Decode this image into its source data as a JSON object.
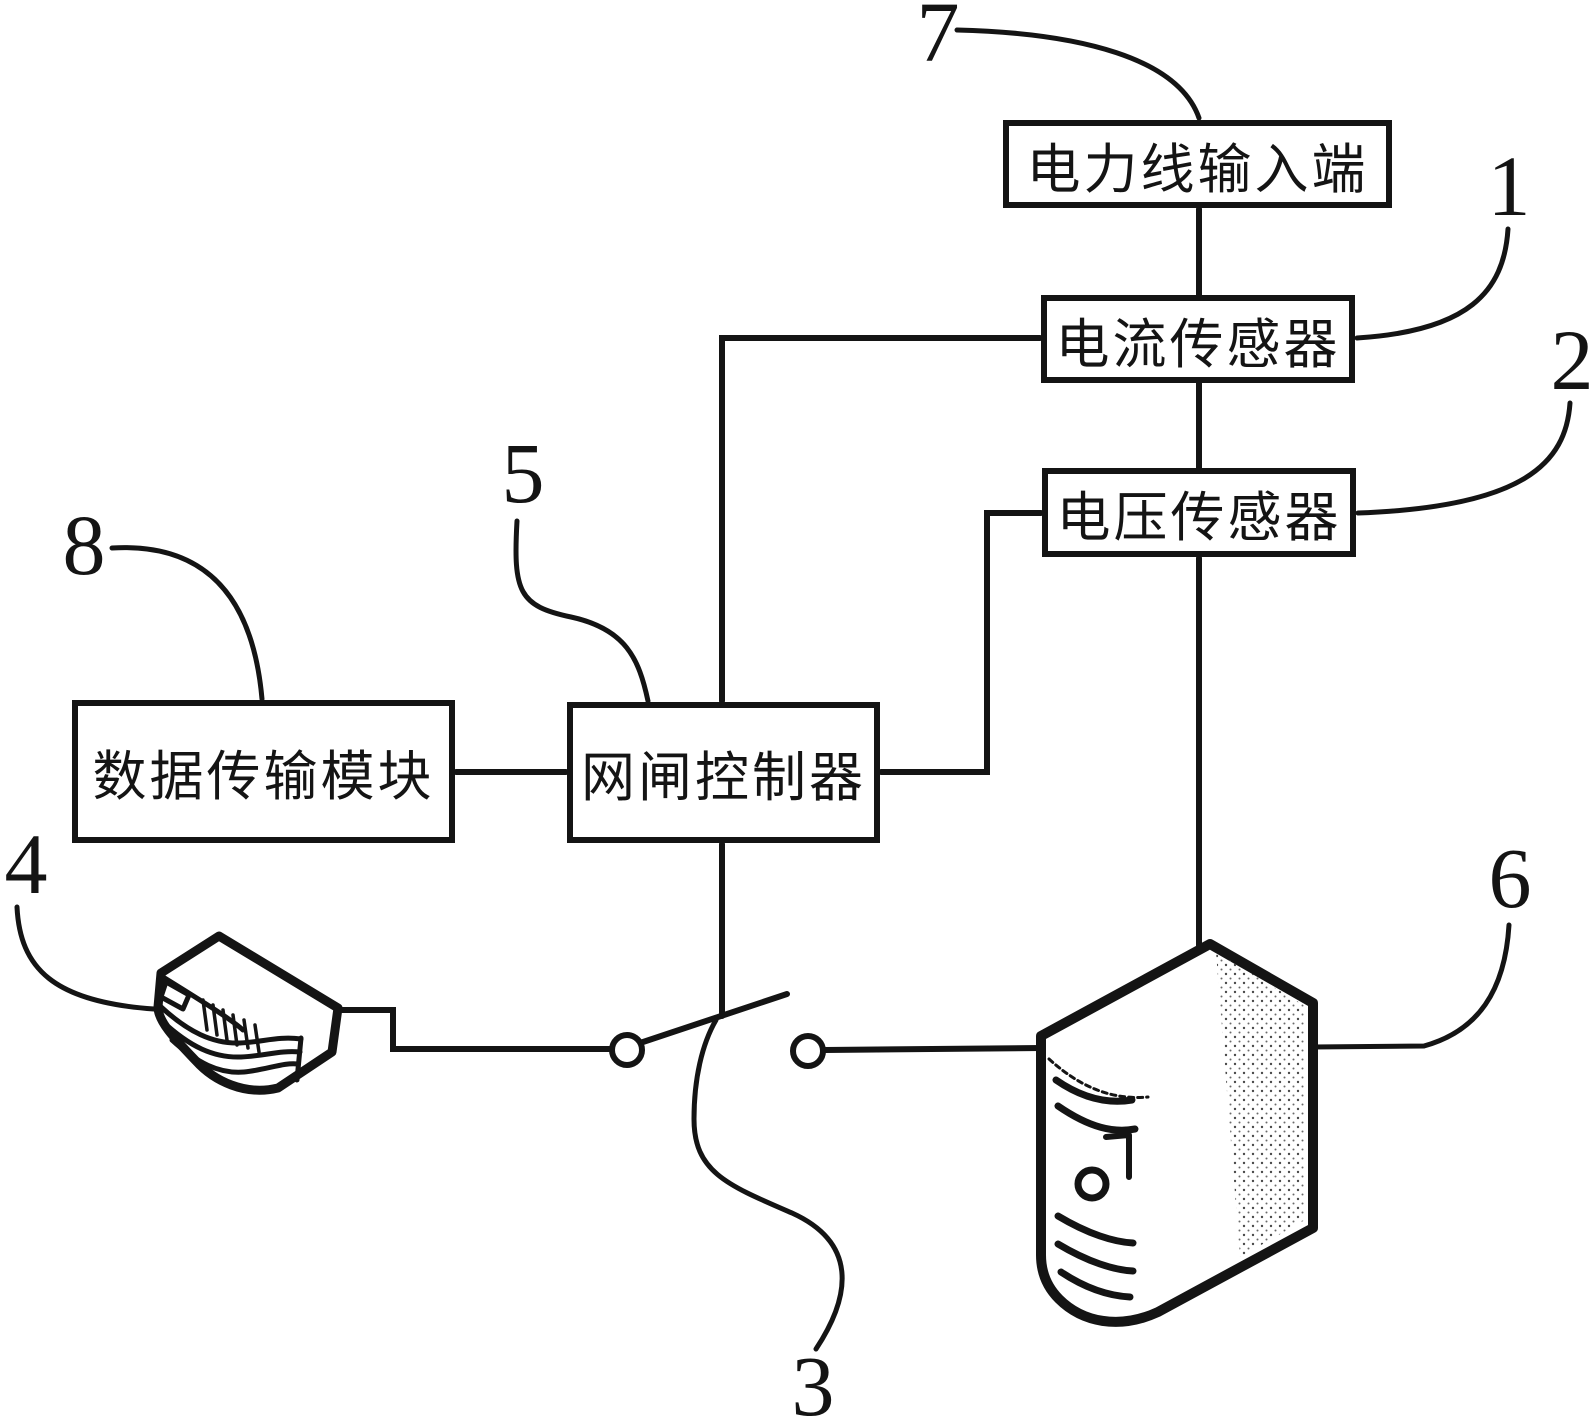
{
  "figure": {
    "type": "patent-block-diagram",
    "background_color": "#ffffff",
    "line_color": "#141414",
    "boxes": {
      "power_line_input": {
        "label": "电力线输入端",
        "ref": "7"
      },
      "current_sensor": {
        "label": "电流传感器",
        "ref": "1"
      },
      "voltage_sensor": {
        "label": "电压传感器",
        "ref": "2"
      },
      "data_transmission_module": {
        "label": "数据传输模块",
        "ref": "8"
      },
      "gateway_controller": {
        "label": "网闸控制器",
        "ref": "5"
      }
    },
    "refs": {
      "r1": "1",
      "r2": "2",
      "r3": "3",
      "r4": "4",
      "r5": "5",
      "r6": "6",
      "r7": "7",
      "r8": "8"
    },
    "icons": {
      "modem": {
        "name": "network-device-icon",
        "ref": "4"
      },
      "switch": {
        "name": "circuit-switch-icon",
        "ref": "3"
      },
      "tower": {
        "name": "computer-tower-icon",
        "ref": "6"
      }
    }
  }
}
